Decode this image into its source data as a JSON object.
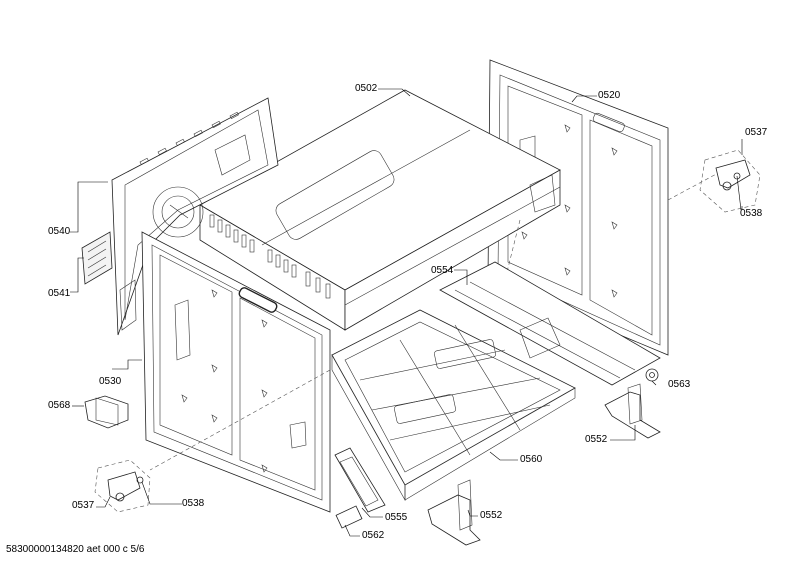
{
  "parts": [
    {
      "id": "p0502",
      "label": "0502"
    },
    {
      "id": "p0520",
      "label": "0520"
    },
    {
      "id": "p0537a",
      "label": "0537"
    },
    {
      "id": "p0538a",
      "label": "0538"
    },
    {
      "id": "p0540",
      "label": "0540"
    },
    {
      "id": "p0541",
      "label": "0541"
    },
    {
      "id": "p0554",
      "label": "0554"
    },
    {
      "id": "p0530",
      "label": "0530"
    },
    {
      "id": "p0563",
      "label": "0563"
    },
    {
      "id": "p0568",
      "label": "0568"
    },
    {
      "id": "p0552a",
      "label": "0552"
    },
    {
      "id": "p0560",
      "label": "0560"
    },
    {
      "id": "p0537b",
      "label": "0537"
    },
    {
      "id": "p0538b",
      "label": "0538"
    },
    {
      "id": "p0555",
      "label": "0555"
    },
    {
      "id": "p0552b",
      "label": "0552"
    },
    {
      "id": "p0562",
      "label": "0562"
    }
  ],
  "footer": "58300000134820 aet 000 c 5/6"
}
